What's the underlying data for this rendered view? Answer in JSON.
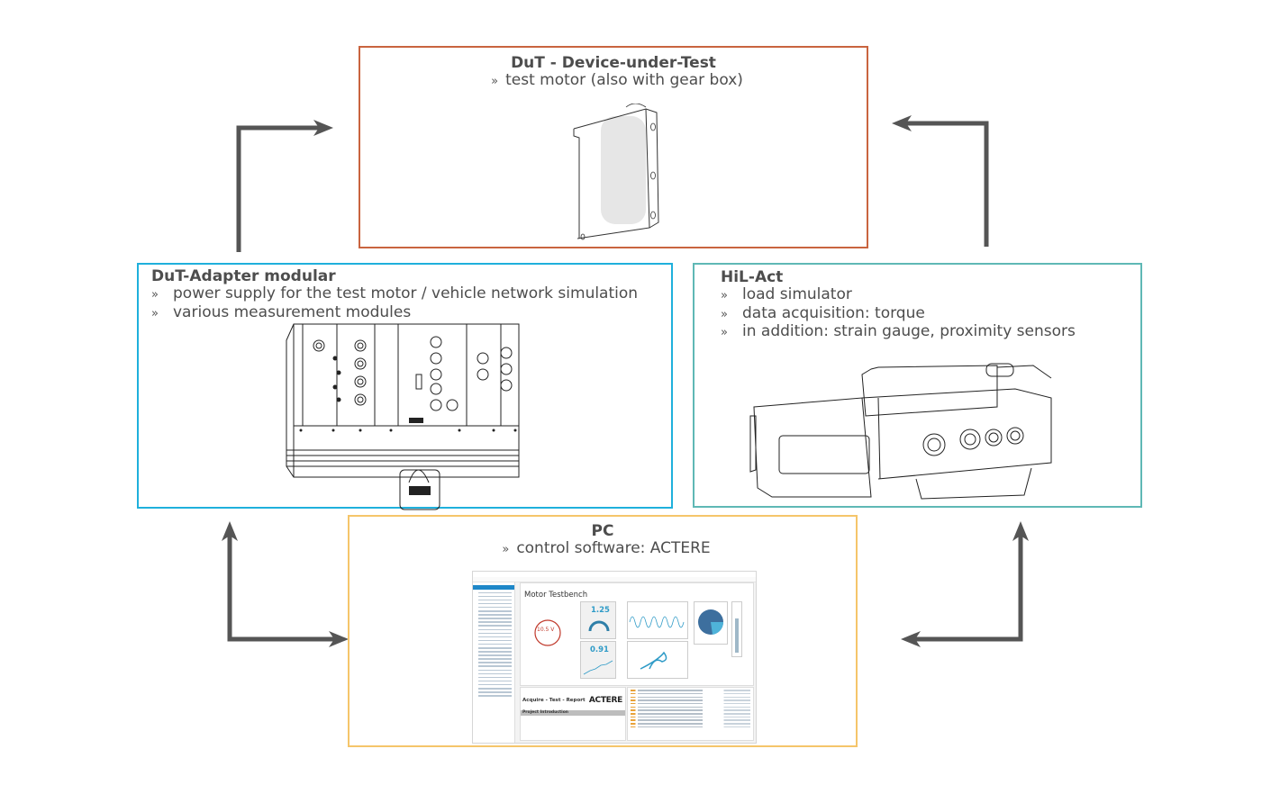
{
  "diagram": {
    "boxes": {
      "dut": {
        "title": "DuT - Device-under-Test",
        "bullets": [
          "test motor (also with gear box)"
        ],
        "illustration": "test-motor-drawing",
        "border_color": "#c9643f"
      },
      "adapter": {
        "title": "DuT-Adapter modular",
        "bullets": [
          "power supply for the test motor / vehicle network simulation",
          "various measurement modules"
        ],
        "illustration": "modular-rack-drawing",
        "border_color": "#1fb0dc"
      },
      "hil": {
        "title": "HiL-Act",
        "bullets": [
          "load simulator",
          "data acquisition: torque",
          "in addition: strain gauge, proximity sensors"
        ],
        "illustration": "load-actuator-drawing",
        "border_color": "#5fb8b5"
      },
      "pc": {
        "title": "PC",
        "bullets": [
          "control software: ACTERE"
        ],
        "illustration": "software-screenshot",
        "border_color": "#f5c56a",
        "screenshot": {
          "window_title": "Motor Testbench",
          "voltage_gauge": "10.5 V",
          "value_1": "1.25",
          "value_2": "0.91",
          "report_title": "Acquire - Test - Report",
          "brand": "ACTERE",
          "section": "Project Introduction"
        }
      }
    },
    "bullet_glyph": "»",
    "arrow_color": "#555555",
    "connections": [
      {
        "from": "adapter",
        "to": "dut"
      },
      {
        "from": "hil",
        "to": "dut"
      },
      {
        "from": "pc",
        "to": "adapter"
      },
      {
        "from": "adapter",
        "to": "pc"
      },
      {
        "from": "pc",
        "to": "hil"
      },
      {
        "from": "hil",
        "to": "pc"
      }
    ]
  }
}
